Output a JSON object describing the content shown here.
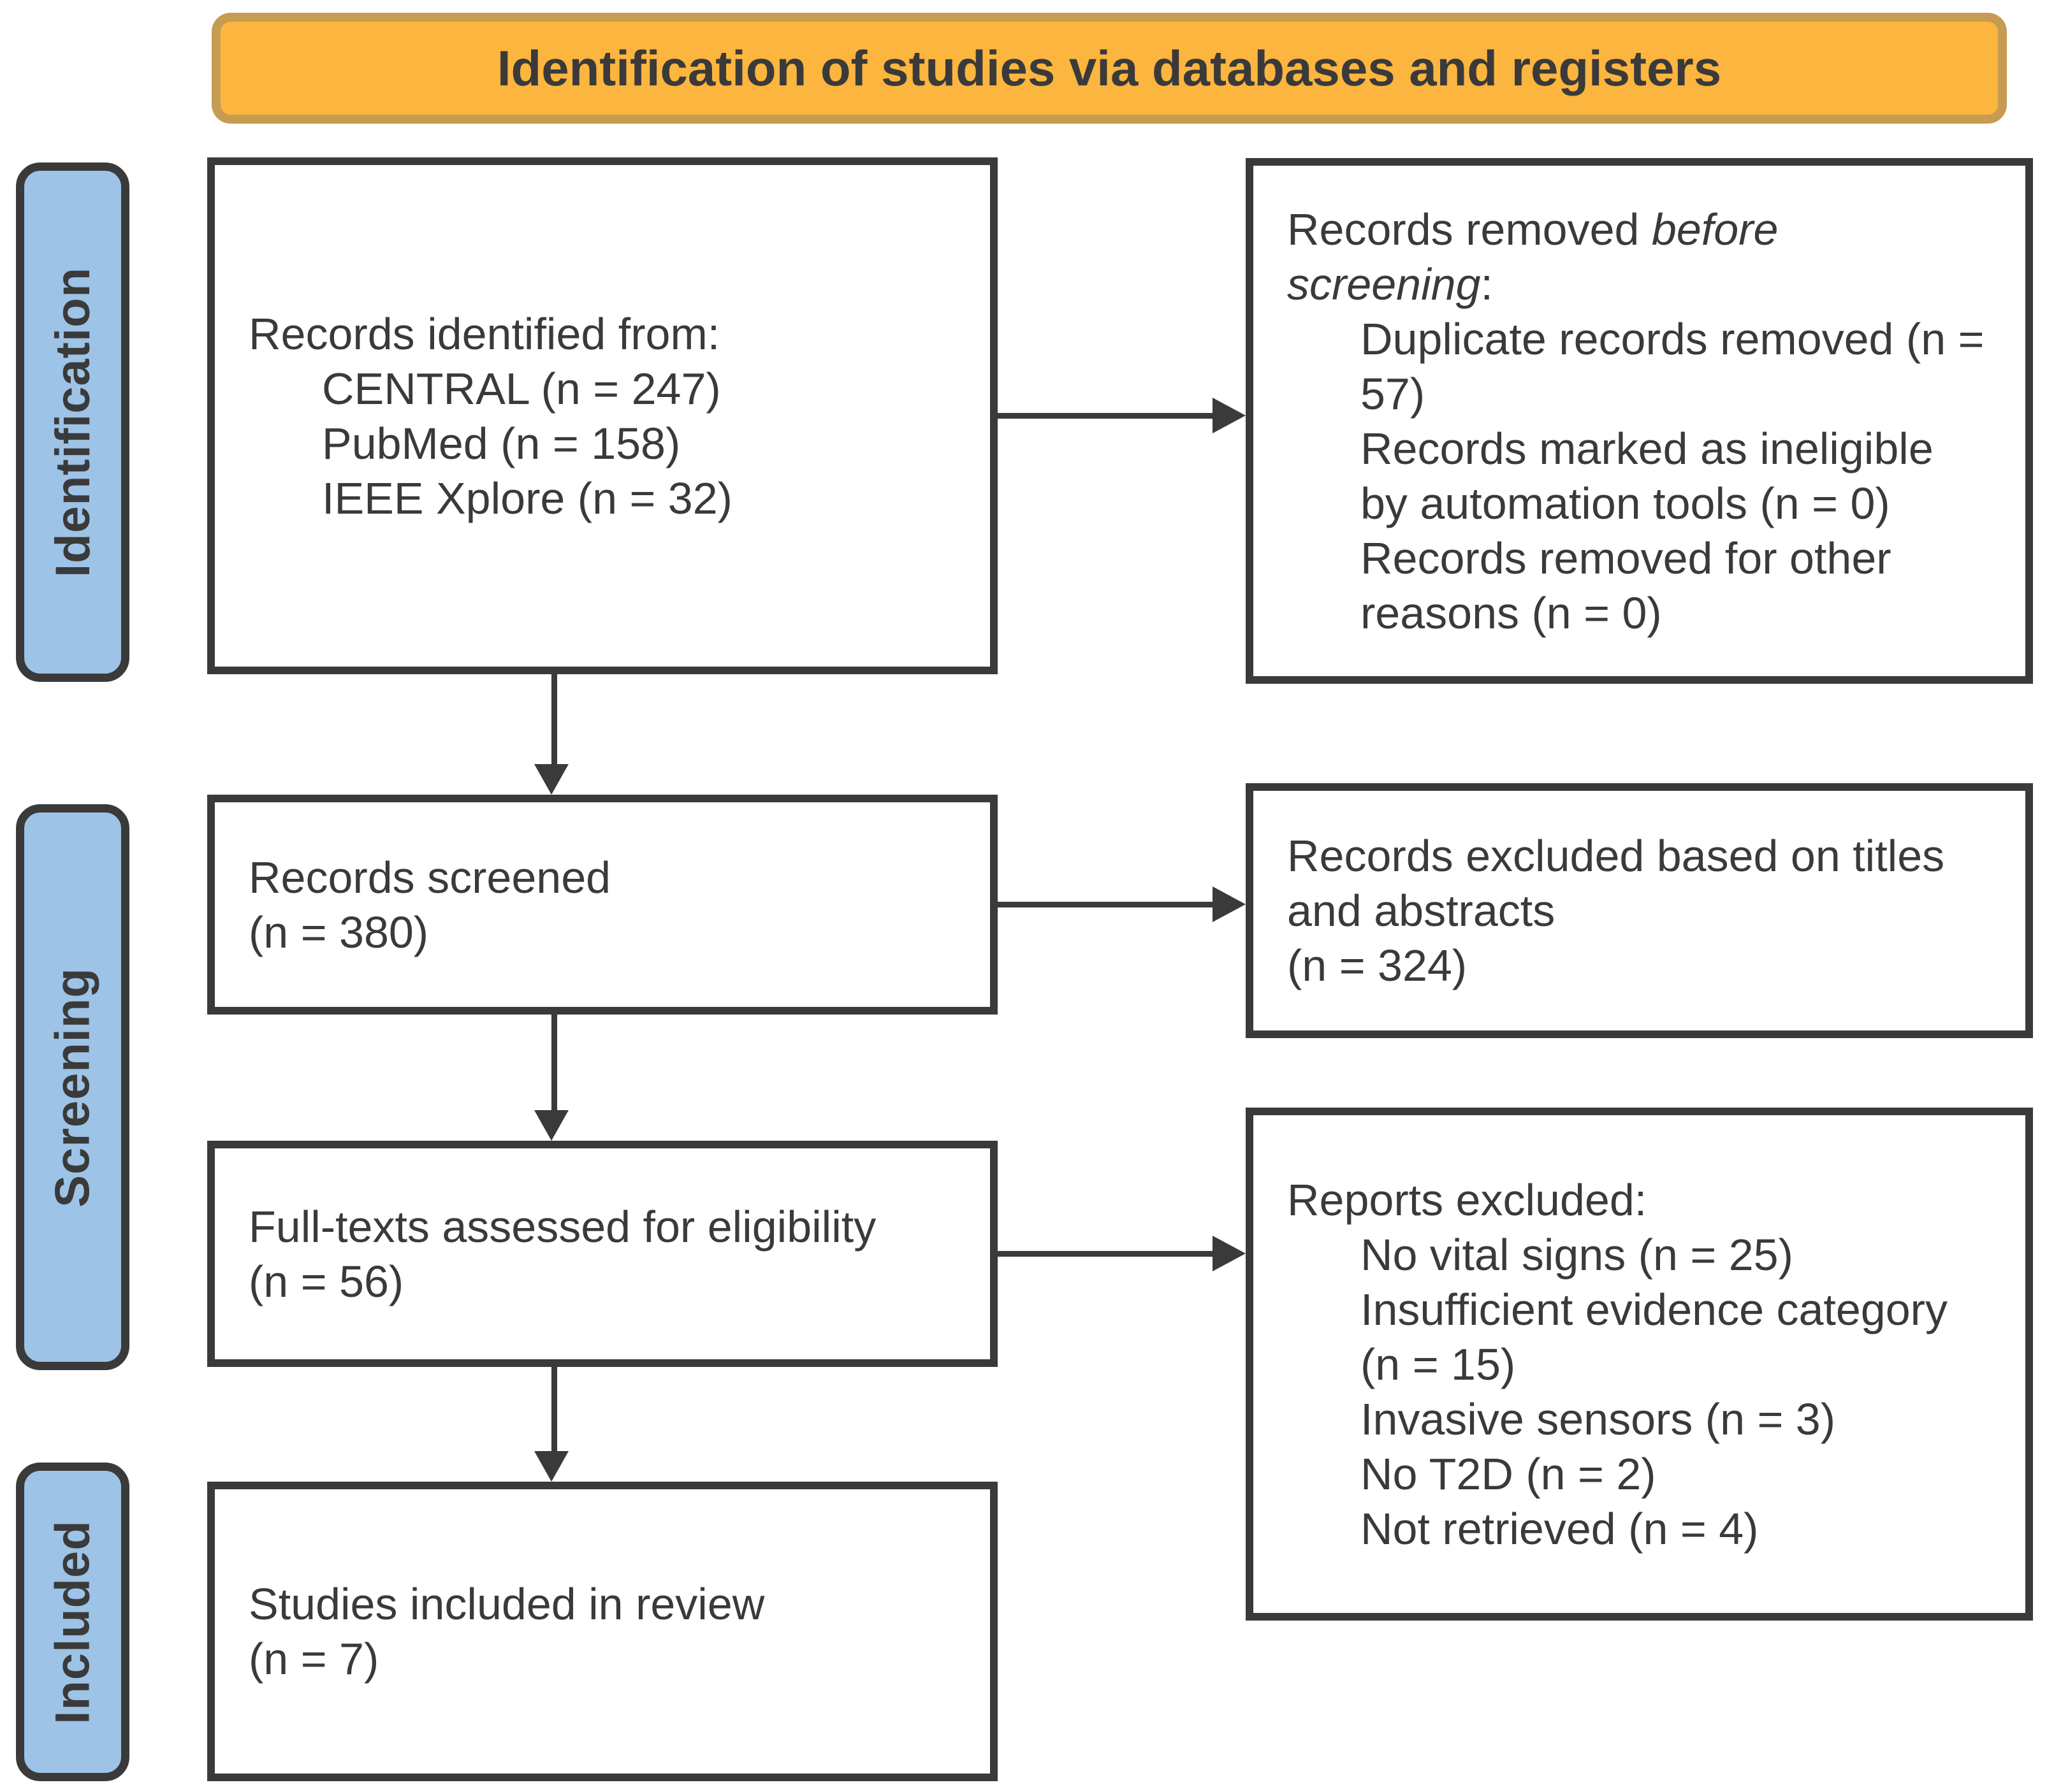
{
  "diagram_title": "Identification of studies via databases and registers",
  "colors": {
    "banner_fill": "#FCB53E",
    "banner_border": "#C69C52",
    "stage_fill": "#9DC3E6",
    "line_and_text": "#3A3A3A",
    "box_fill": "#FFFFFF"
  },
  "stages": [
    {
      "label": "Identification"
    },
    {
      "label": "Screening"
    },
    {
      "label": "Included"
    }
  ],
  "boxes": {
    "records_identified": {
      "lines": [
        {
          "text": "Records identified from:",
          "indent": 0
        },
        {
          "text": "CENTRAL (n = 247)",
          "indent": 1
        },
        {
          "text": "PubMed (n = 158)",
          "indent": 1
        },
        {
          "text": "IEEE Xplore (n = 32)",
          "indent": 1
        }
      ]
    },
    "records_removed": {
      "lines": [
        {
          "segments": [
            {
              "text": "Records removed "
            },
            {
              "text": "before screening",
              "italic": true
            },
            {
              "text": ":"
            }
          ],
          "indent": 0
        },
        {
          "text": "Duplicate records removed (n = 57)",
          "indent": 1
        },
        {
          "text": "Records marked as ineligible by automation tools (n = 0)",
          "indent": 1
        },
        {
          "text": "Records removed for other reasons (n = 0)",
          "indent": 1
        }
      ]
    },
    "records_screened": {
      "lines": [
        {
          "text": "Records screened",
          "indent": 0
        },
        {
          "text": "(n = 380)",
          "indent": 0
        }
      ]
    },
    "records_excluded": {
      "lines": [
        {
          "text": "Records excluded based on titles and abstracts",
          "indent": 0
        },
        {
          "text": "(n = 324)",
          "indent": 0
        }
      ]
    },
    "fulltexts_assessed": {
      "lines": [
        {
          "text": "Full-texts assessed for eligibility",
          "indent": 0
        },
        {
          "text": "(n = 56)",
          "indent": 0
        }
      ]
    },
    "reports_excluded": {
      "lines": [
        {
          "text": "Reports excluded:",
          "indent": 0
        },
        {
          "text": "No vital signs (n = 25)",
          "indent": 1
        },
        {
          "text": "Insufficient evidence category (n = 15)",
          "indent": 1
        },
        {
          "text": "Invasive sensors (n = 3)",
          "indent": 1
        },
        {
          "text": "No T2D (n = 2)",
          "indent": 1
        },
        {
          "text": "Not retrieved (n = 4)",
          "indent": 1
        }
      ]
    },
    "studies_included": {
      "lines": [
        {
          "text": "Studies included in review",
          "indent": 0
        },
        {
          "text": "(n = 7)",
          "indent": 0
        }
      ]
    }
  }
}
